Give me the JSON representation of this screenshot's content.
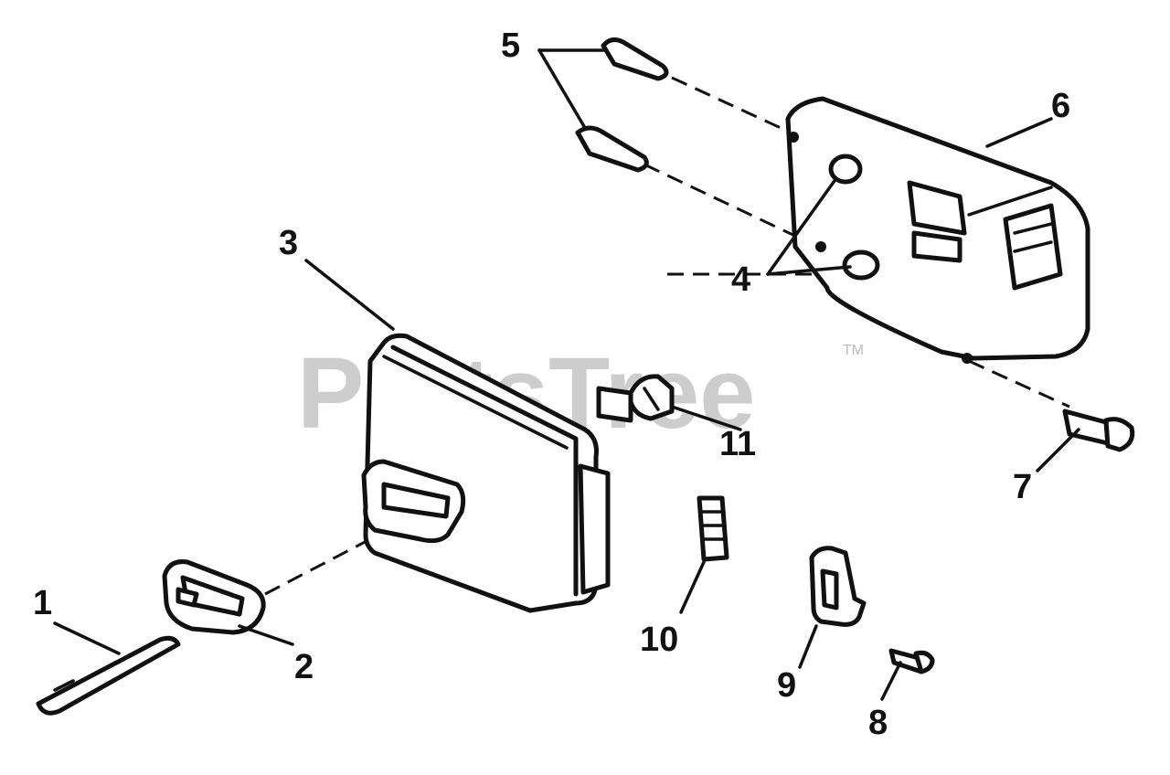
{
  "watermark": {
    "text": "PartsTree",
    "tm": "TM"
  },
  "callouts": {
    "c1": "1",
    "c2": "2",
    "c3": "3",
    "c4": "4",
    "c5": "5",
    "c6": "6",
    "c7": "7",
    "c8": "8",
    "c9": "9",
    "c10": "10",
    "c11": "11"
  },
  "colors": {
    "ink": "#111111",
    "watermark": "#bdbdbd",
    "background": "#ffffff"
  }
}
